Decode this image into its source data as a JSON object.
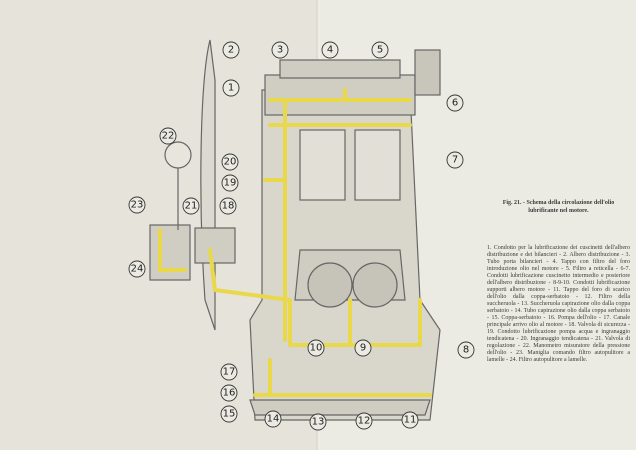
{
  "caption": {
    "title": "Fig. 21. - Schema della circolazione dell'olio lubrificante nel motore.",
    "body": "1. Condotto per la lubrificazione dei cuscinetti dell'albero distribuzione e dei bilancieri - 2. Albero distribuzione - 3. Tubo porta bilancieri - 4. Tappo con filtro del foro introduzione olio nel motore - 5. Filtro a reticella - 6-7. Condotti lubrificazione cuscinetto intermedio e posteriore dell'albero distribuzione - 8-9-10. Condotti lubrificazione supporti albero motore - 11. Tappo del foro di scarico dell'olio dalla coppa-serbatoio - 12. Filtro della succheruola - 13. Succheruola capirazione olio dalla coppa serbatoio - 14. Tubo capirazione olio dalla coppa serbatoio - 15. Coppa-serbatoio - 16. Pompa dell'olio - 17. Canale principale arrivo olio al motore - 18. Valvola di sicurezza - 19. Condotto lubrificazione pompa acqua e ingranaggio tendicatena - 20. Ingranaggio tendicatena - 21. Valvola di regolazione - 22. Manometro misuratore della pressione dell'olio - 23. Maniglia comando filtro autopulitore a lamelle - 24. Filtro autopulitore a lamelle."
  },
  "callouts": [
    "1",
    "2",
    "3",
    "4",
    "5",
    "6",
    "7",
    "8",
    "9",
    "10",
    "11",
    "12",
    "13",
    "14",
    "15",
    "16",
    "17",
    "18",
    "19",
    "20",
    "21",
    "22",
    "23",
    "24"
  ],
  "colors": {
    "oil": "#e8d84a",
    "line": "#555555",
    "paper": "#ecebe3"
  }
}
